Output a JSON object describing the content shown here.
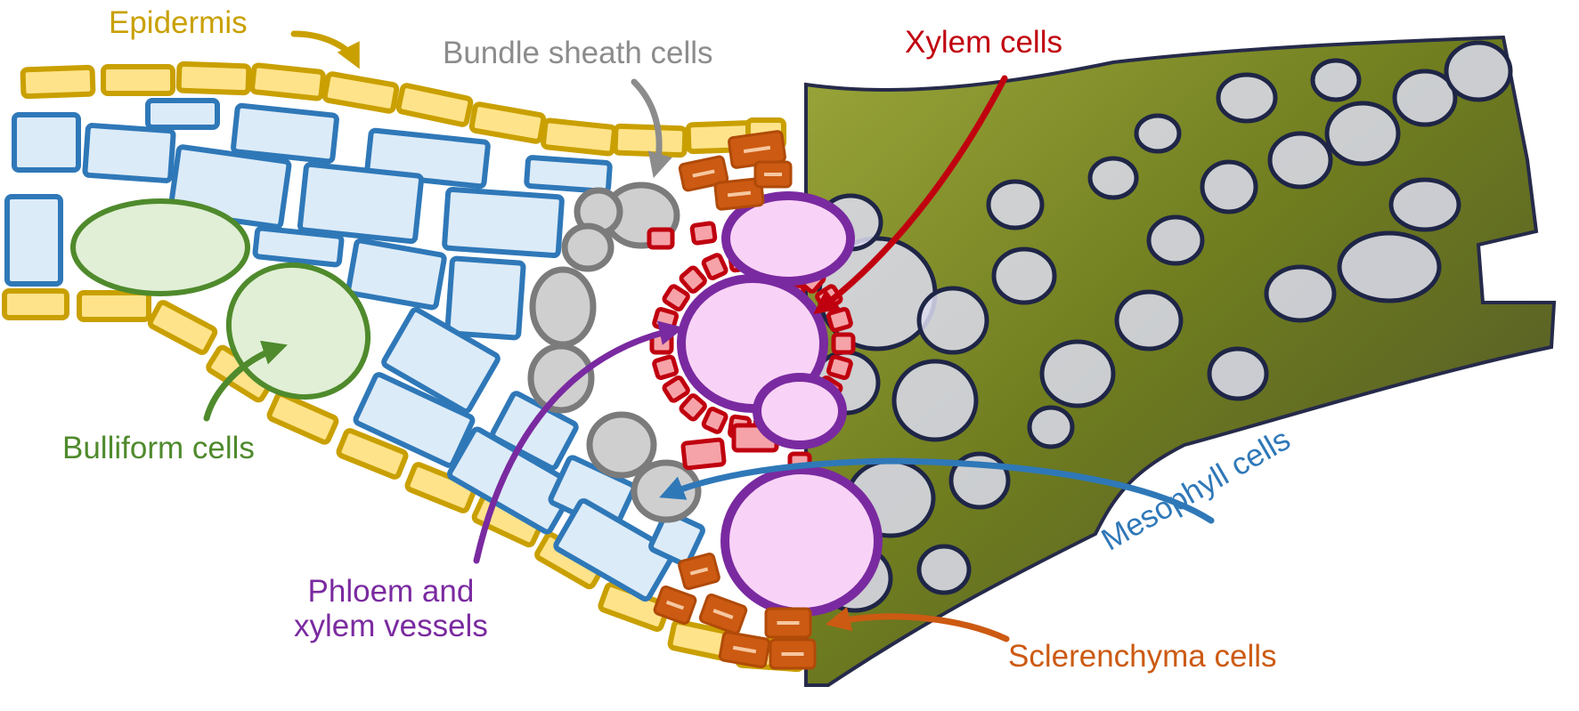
{
  "labels": {
    "epidermis": "Epidermis",
    "bundle_sheath": "Bundle sheath cells",
    "xylem_cells": "Xylem cells",
    "bulliform": "Bulliform cells",
    "mesophyll": "Mesophyll cells",
    "phloem_line1": "Phloem and",
    "phloem_line2": "xylem vessels",
    "sclerenchyma": "Sclerenchyma cells"
  },
  "colors": {
    "epidermis": "#c9a000",
    "epidermis_fill": "#ffe38a",
    "bundle_sheath": "#8c8c8c",
    "bundle_sheath_fill": "#cfcfcf",
    "xylem_cells": "#c0000f",
    "xylem_fill": "#f5a3a8",
    "bulliform": "#4f8a2c",
    "bulliform_fill": "#e1efd6",
    "mesophyll": "#2f78b8",
    "mesophyll_fill": "#dcebf8",
    "vessels": "#7a2aa0",
    "vessels_fill": "#f9d3f7",
    "sclerenchyma": "#cc5a12",
    "micrograph_tissue": "#6e7a22",
    "micrograph_wall": "#1f2546"
  },
  "icons": [
    "epidermis-arrow-icon",
    "bundle-sheath-arrow-icon",
    "xylem-arrow-icon",
    "bulliform-arrow-icon",
    "mesophyll-arrow-icon",
    "vessels-arrow-icon",
    "sclerenchyma-arrow-icon"
  ]
}
